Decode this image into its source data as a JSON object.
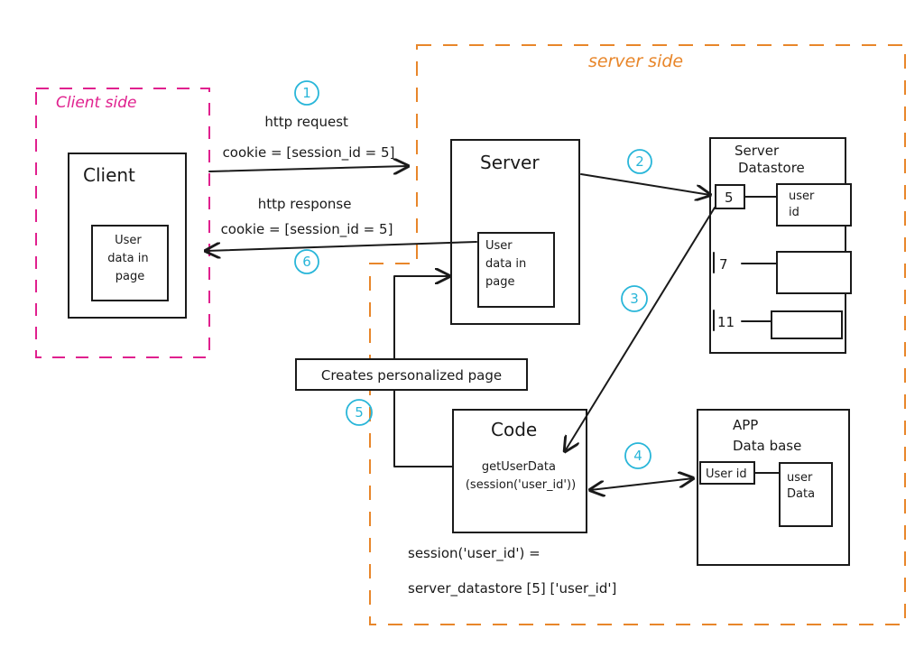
{
  "zones": {
    "client_label": "Client side",
    "server_label": "server side"
  },
  "client": {
    "title": "Client",
    "page_content": [
      "User",
      "data in",
      "page"
    ]
  },
  "server": {
    "title": "Server",
    "page_content": [
      "User",
      "data in",
      "page"
    ]
  },
  "datastore": {
    "title": [
      "Server",
      "Datastore"
    ],
    "rows": [
      {
        "key": "5",
        "value": [
          "user",
          "id"
        ]
      },
      {
        "key": "7",
        "value": []
      },
      {
        "key": "11",
        "value": []
      }
    ]
  },
  "code": {
    "title": "Code",
    "call": [
      "getUserData",
      "(session('user_id'))"
    ]
  },
  "app_db": {
    "title": [
      "APP",
      "Data base"
    ],
    "key": "User id",
    "value": [
      "user",
      "Data"
    ]
  },
  "arrows": {
    "request": [
      "http request",
      "cookie = [session_id = 5]"
    ],
    "response": [
      "http response",
      "cookie = [session_id = 5]"
    ],
    "personalized": "Creates personalized page"
  },
  "formula": [
    "session('user_id') =",
    "server_datastore [5] ['user_id']"
  ],
  "steps": [
    "1",
    "2",
    "3",
    "4",
    "5",
    "6"
  ],
  "colors": {
    "client_zone": "#e0208e",
    "server_zone": "#e8862a",
    "step_circle": "#29b6d9",
    "ink": "#1a1a1a"
  }
}
